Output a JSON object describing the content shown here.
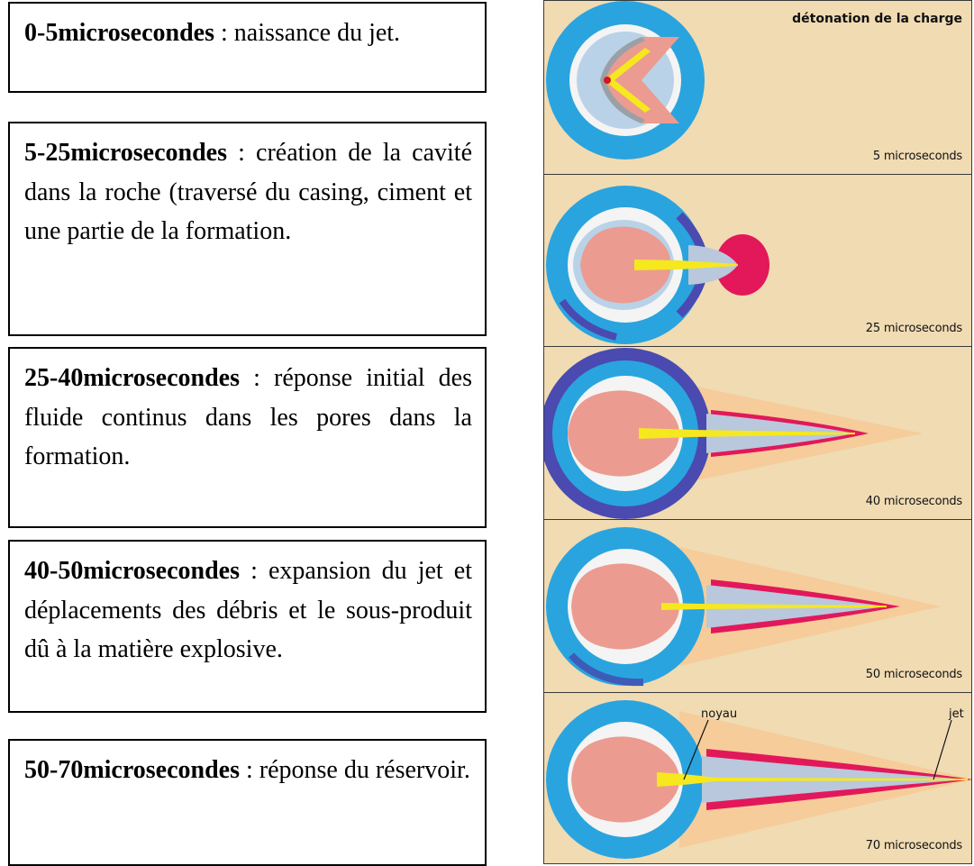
{
  "stages": [
    {
      "label": "0-5microsecondes",
      "text": " : naissance du jet."
    },
    {
      "label": "5-25microsecondes",
      "text": " : création de la cavité dans la roche (traversé du casing, ciment et une partie de la formation."
    },
    {
      "label": "25-40microsecondes",
      "text": " : réponse initial des fluide continus dans les pores dans la formation."
    },
    {
      "label": "40-50microsecondes",
      "text": " : expansion du jet et déplacements des débris et le sous-produit dû à la matière explosive."
    },
    {
      "label": "50-70microsecondes",
      "text": " : réponse du réservoir."
    }
  ],
  "figure": {
    "title": "détonation de la charge",
    "panels": [
      {
        "caption": "5 microseconds"
      },
      {
        "caption": "25 microseconds"
      },
      {
        "caption": "40 microseconds"
      },
      {
        "caption": "50 microseconds"
      },
      {
        "caption": "70 microseconds"
      }
    ],
    "callouts": {
      "core": "noyau",
      "jet": "jet"
    },
    "colors": {
      "background": "#f0dbb3",
      "outer_ring": "#2aa4de",
      "white_ring": "#f4f4f4",
      "charge_body": "#ec9b90",
      "jet": "#f5e81e",
      "jet_front": "#e2185a",
      "casing_grey": "#b9c8dc",
      "dark_ring": "#4a4ab0"
    }
  }
}
